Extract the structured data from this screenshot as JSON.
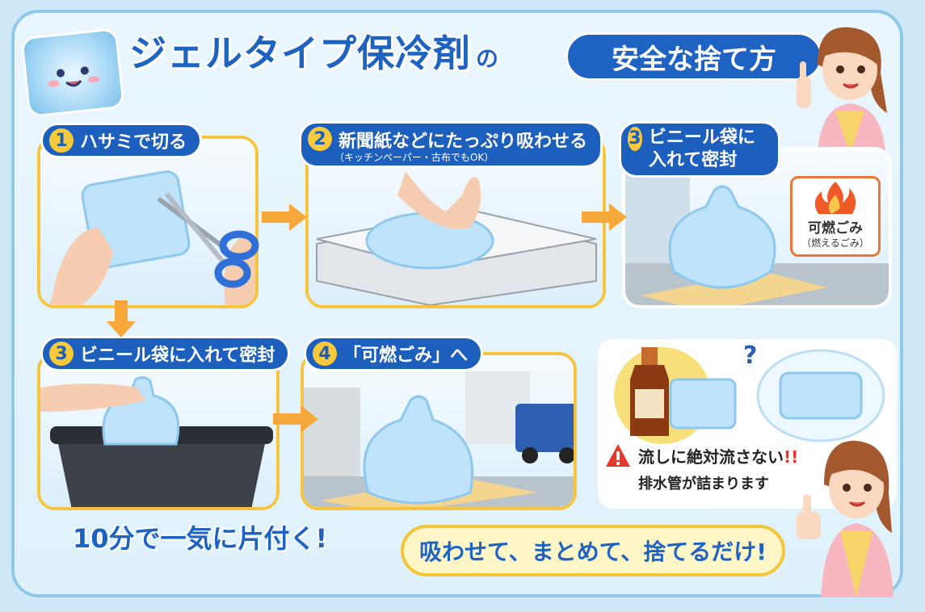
{
  "title": {
    "main": "ジェルタイプ保冷剤",
    "connector": "の",
    "sub": "安全な捨て方"
  },
  "steps": [
    {
      "num": "1",
      "label": "ハサミで切る"
    },
    {
      "num": "2",
      "label": "新聞紙などにたっぷり吸わせる",
      "note": "（キッチンペーパー・古布でもOK）"
    },
    {
      "num": "3",
      "label": "ビニール袋に入れて密封"
    },
    {
      "num": "3",
      "label": "ビニール袋に入れて密封"
    },
    {
      "num": "4",
      "label": "「可燃ごみ」へ"
    }
  ],
  "flame_badge": {
    "label": "可燃ごみ",
    "sub": "（燃えるごみ）"
  },
  "warning": {
    "line1": "流しに絶対流さない",
    "line1_emphasis": "!!",
    "line2": "排水管が詰まります"
  },
  "bottom": {
    "left": "10分で一気に片付く!",
    "main": "吸わせて、まとめて、捨てるだけ!"
  },
  "colors": {
    "accent": "#1f63c2",
    "border": "#f5c542",
    "warning": "#e23b2e"
  },
  "icons": [
    "scissors-icon",
    "newspaper-icon",
    "plastic-bag-icon",
    "trash-bin-icon",
    "flame-icon",
    "warning-icon",
    "bottle-icon",
    "question-icon"
  ]
}
